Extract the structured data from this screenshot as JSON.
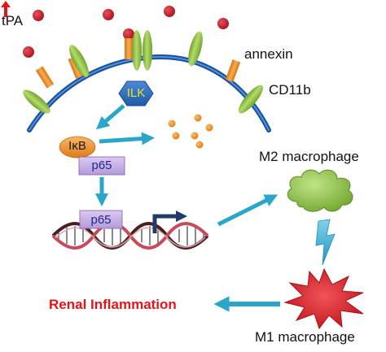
{
  "labels": {
    "tpa": "tPA",
    "annexin": "annexin",
    "cd11b": "CD11b",
    "ilk": "ILK",
    "ikb": "IκB",
    "p65_cytoplasm": "p65",
    "p65_nucleus": "p65",
    "m2": "M2 macrophage",
    "m1": "M1 macrophage",
    "renal_inflammation": "Renal Inflammation"
  },
  "colors": {
    "membrane": "#2e6fb7",
    "receptor_green": "#8dbd3b",
    "annexin_orange": "#f0902a",
    "tpa_red": "#c8202e",
    "ilk_blue": "#2f73c4",
    "ilk_text": "#f5e21a",
    "ikb_orange": "#f2932c",
    "p65_purple": "#c9aee8",
    "arrow_cyan": "#3ab3d3",
    "cytokine_orange": "#ee9228",
    "m2_green": "#8bc53f",
    "m1_red": "#e12a2e",
    "renal_red": "#e4141b",
    "dna_dark": "#5a2a2a",
    "promoter_navy": "#1f3b6b"
  },
  "icons": {
    "up_arrow": "up-arrow-icon",
    "promoter": "transcription-arrow-icon",
    "lightning": "lightning-arrow-icon"
  }
}
